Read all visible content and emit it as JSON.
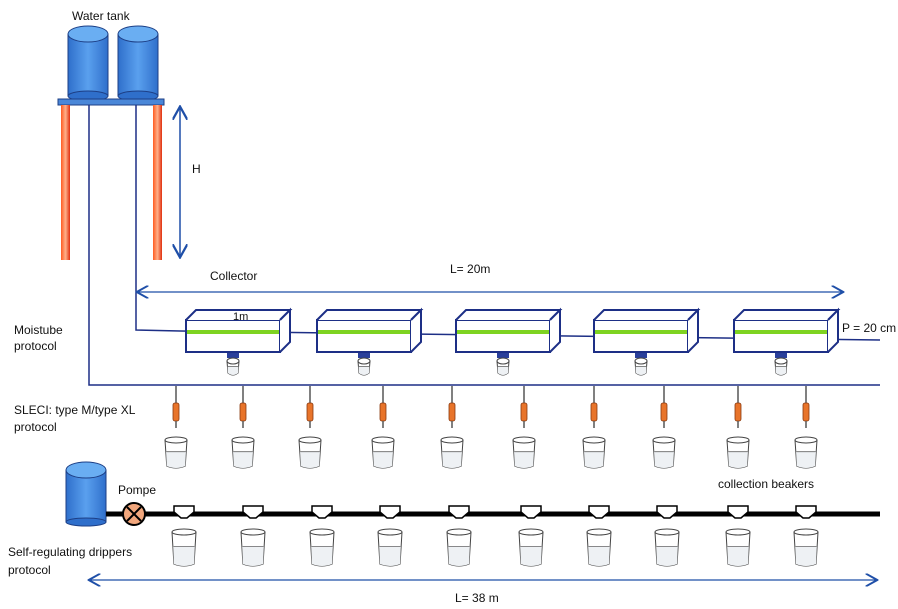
{
  "labels": {
    "water_tank": "Water tank",
    "height": "H",
    "collector": "Collector",
    "length_top": "L= 20m",
    "one_meter": "1m",
    "depth": "P = 20 cm",
    "moistube_1": "Moistube",
    "moistube_2": "protocol",
    "sleci_1": "SLECI: type M/type XL",
    "sleci_2": "protocol",
    "collection_beakers": "collection beakers",
    "pump": "Pompe",
    "drippers_1": "Self-regulating drippers",
    "drippers_2": "protocol",
    "length_bottom": "L= 38 m"
  },
  "colors": {
    "tank_blue": "#3b7fd6",
    "line_blue": "#1d2f86",
    "stand_orange": "#e8361b",
    "moistube_green": "#7ed321",
    "dripper_orange": "#e8742a",
    "pipe_black": "#000000",
    "dimension_blue": "#1f4fa8"
  },
  "counts": {
    "soil_boxes": 5,
    "sleci_emitters": 10,
    "drippers": 10
  }
}
